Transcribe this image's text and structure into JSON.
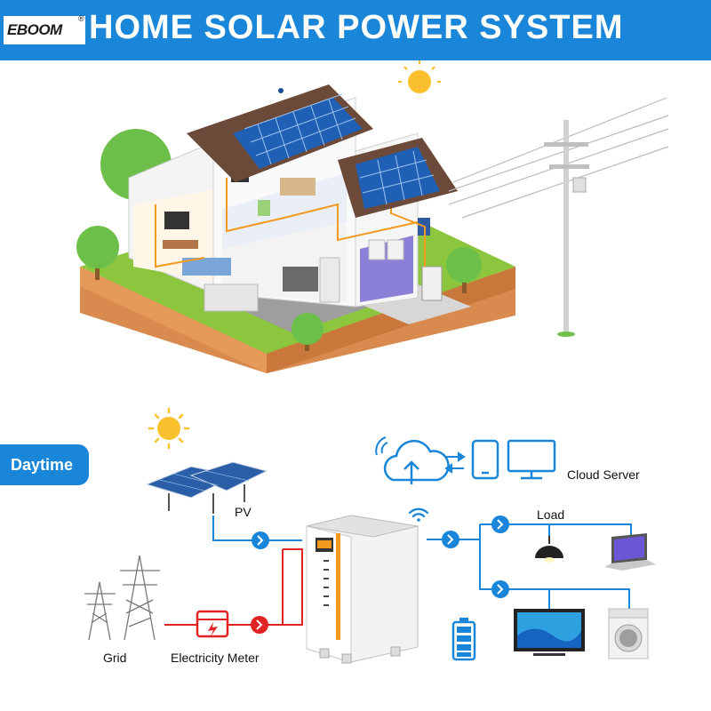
{
  "header": {
    "brand": "EBOOM",
    "trademark": "®",
    "title": "HOME SOLAR POWER SYSTEM"
  },
  "section": {
    "badge": "Daytime"
  },
  "labels": {
    "pv": "PV",
    "grid": "Grid",
    "meter": "Electricity Meter",
    "load": "Load",
    "cloud": "Cloud Server"
  },
  "colors": {
    "accent": "#1a86d9",
    "grid_line": "#e02424",
    "pv_line": "#1a86d9",
    "inverter_stripe": "#f39a1e"
  },
  "icons": [
    "sun-icon",
    "cloud-upload-icon",
    "phone-icon",
    "monitor-icon",
    "wifi-icon",
    "battery-icon",
    "lamp-icon",
    "laptop-icon",
    "tv-icon",
    "washing-machine-icon",
    "meter-icon",
    "pylon-icon",
    "solar-panel-icon",
    "arrow-icon"
  ]
}
